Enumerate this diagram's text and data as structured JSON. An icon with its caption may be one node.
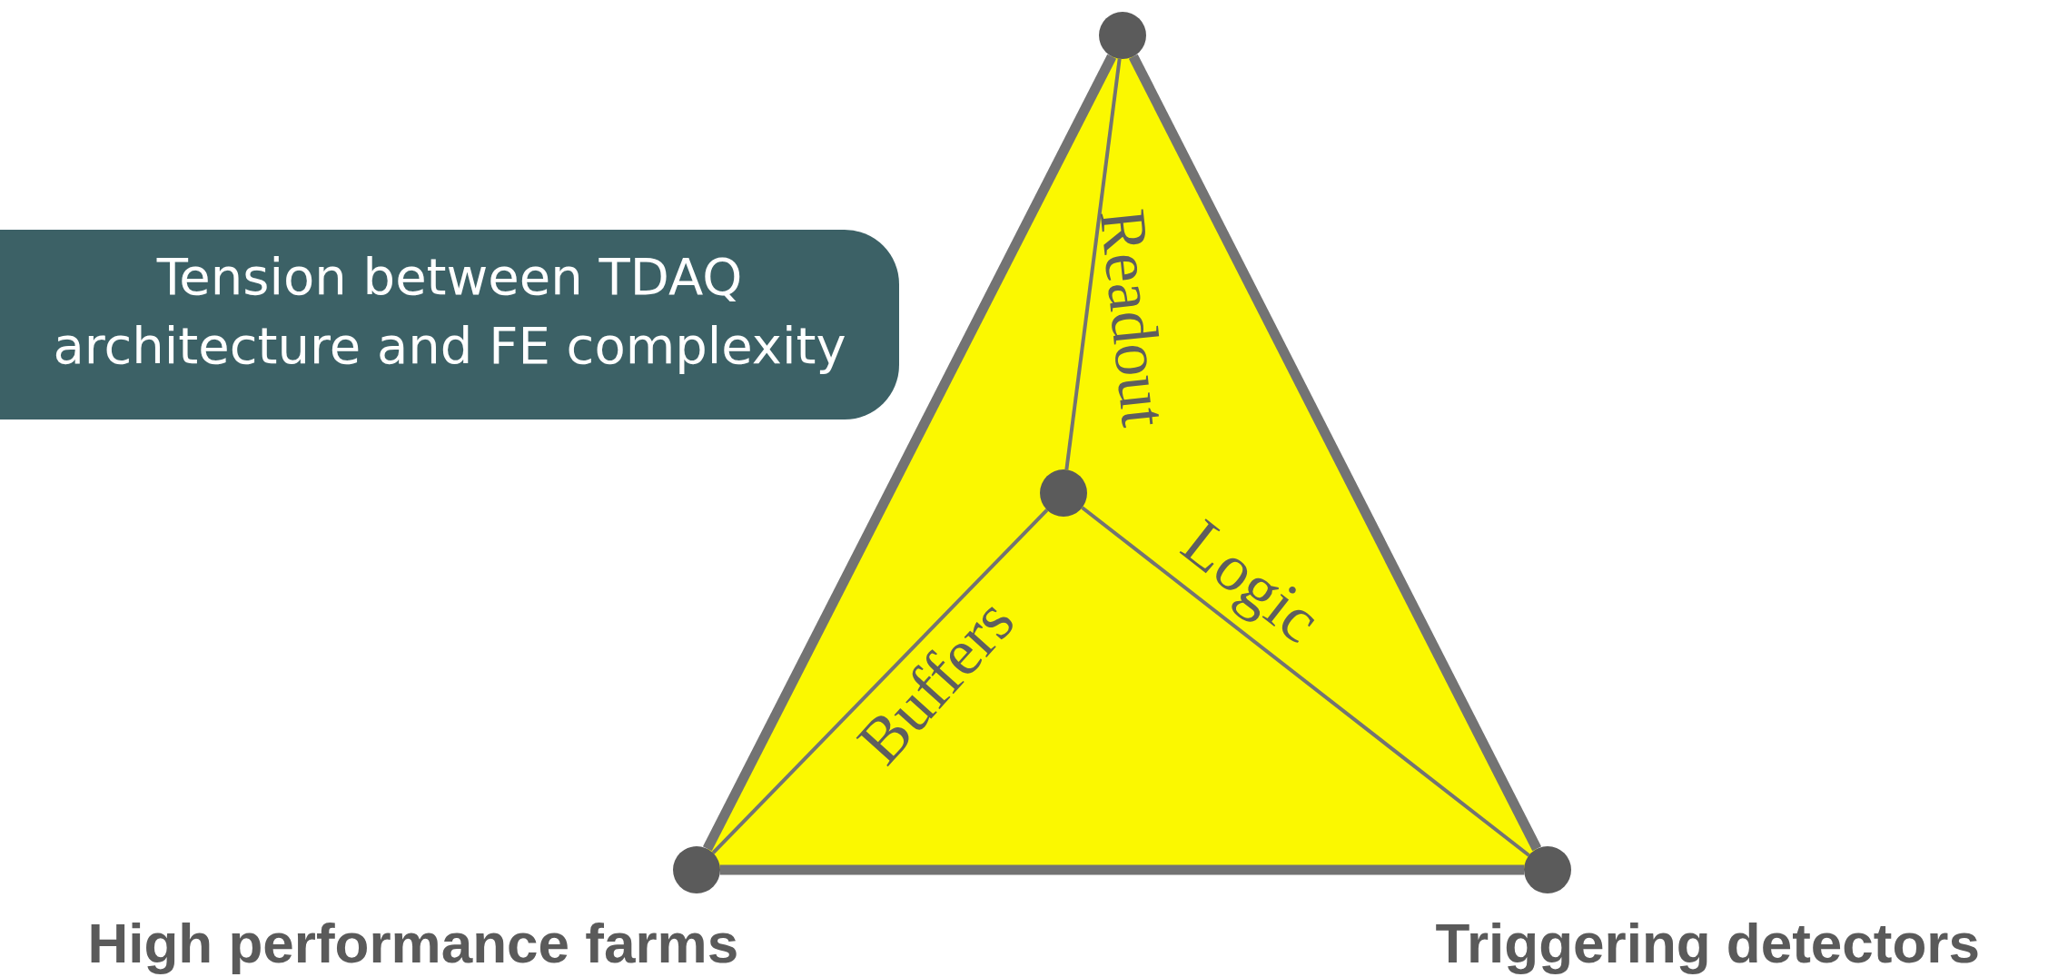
{
  "diagram": {
    "nodes": [
      {
        "text": [
          "Tension between TDAQ architecture and FE complexity"
        ]
      },
      {
        "text": [],
        "shape": "circle"
      },
      {
        "text": [],
        "shape": "circle"
      },
      {
        "text": [],
        "shape": "circle",
        "beside": [
          "High performance farms"
        ]
      },
      {
        "text": [],
        "shape": "circle",
        "beside": [
          "Triggering detectors"
        ]
      }
    ],
    "edges": [
      {
        "from": 1,
        "to": 3,
        "arrow": "none",
        "style": "thick"
      },
      {
        "from": 1,
        "to": 4,
        "arrow": "none",
        "style": "thick"
      },
      {
        "from": 3,
        "to": 4,
        "arrow": "none",
        "style": "thick"
      },
      {
        "from": 1,
        "to": 2,
        "arrow": "none",
        "label": "Readout"
      },
      {
        "from": 2,
        "to": 3,
        "arrow": "none",
        "label": "Buffers"
      },
      {
        "from": 2,
        "to": 4,
        "arrow": "none",
        "label": "Logic"
      }
    ]
  }
}
